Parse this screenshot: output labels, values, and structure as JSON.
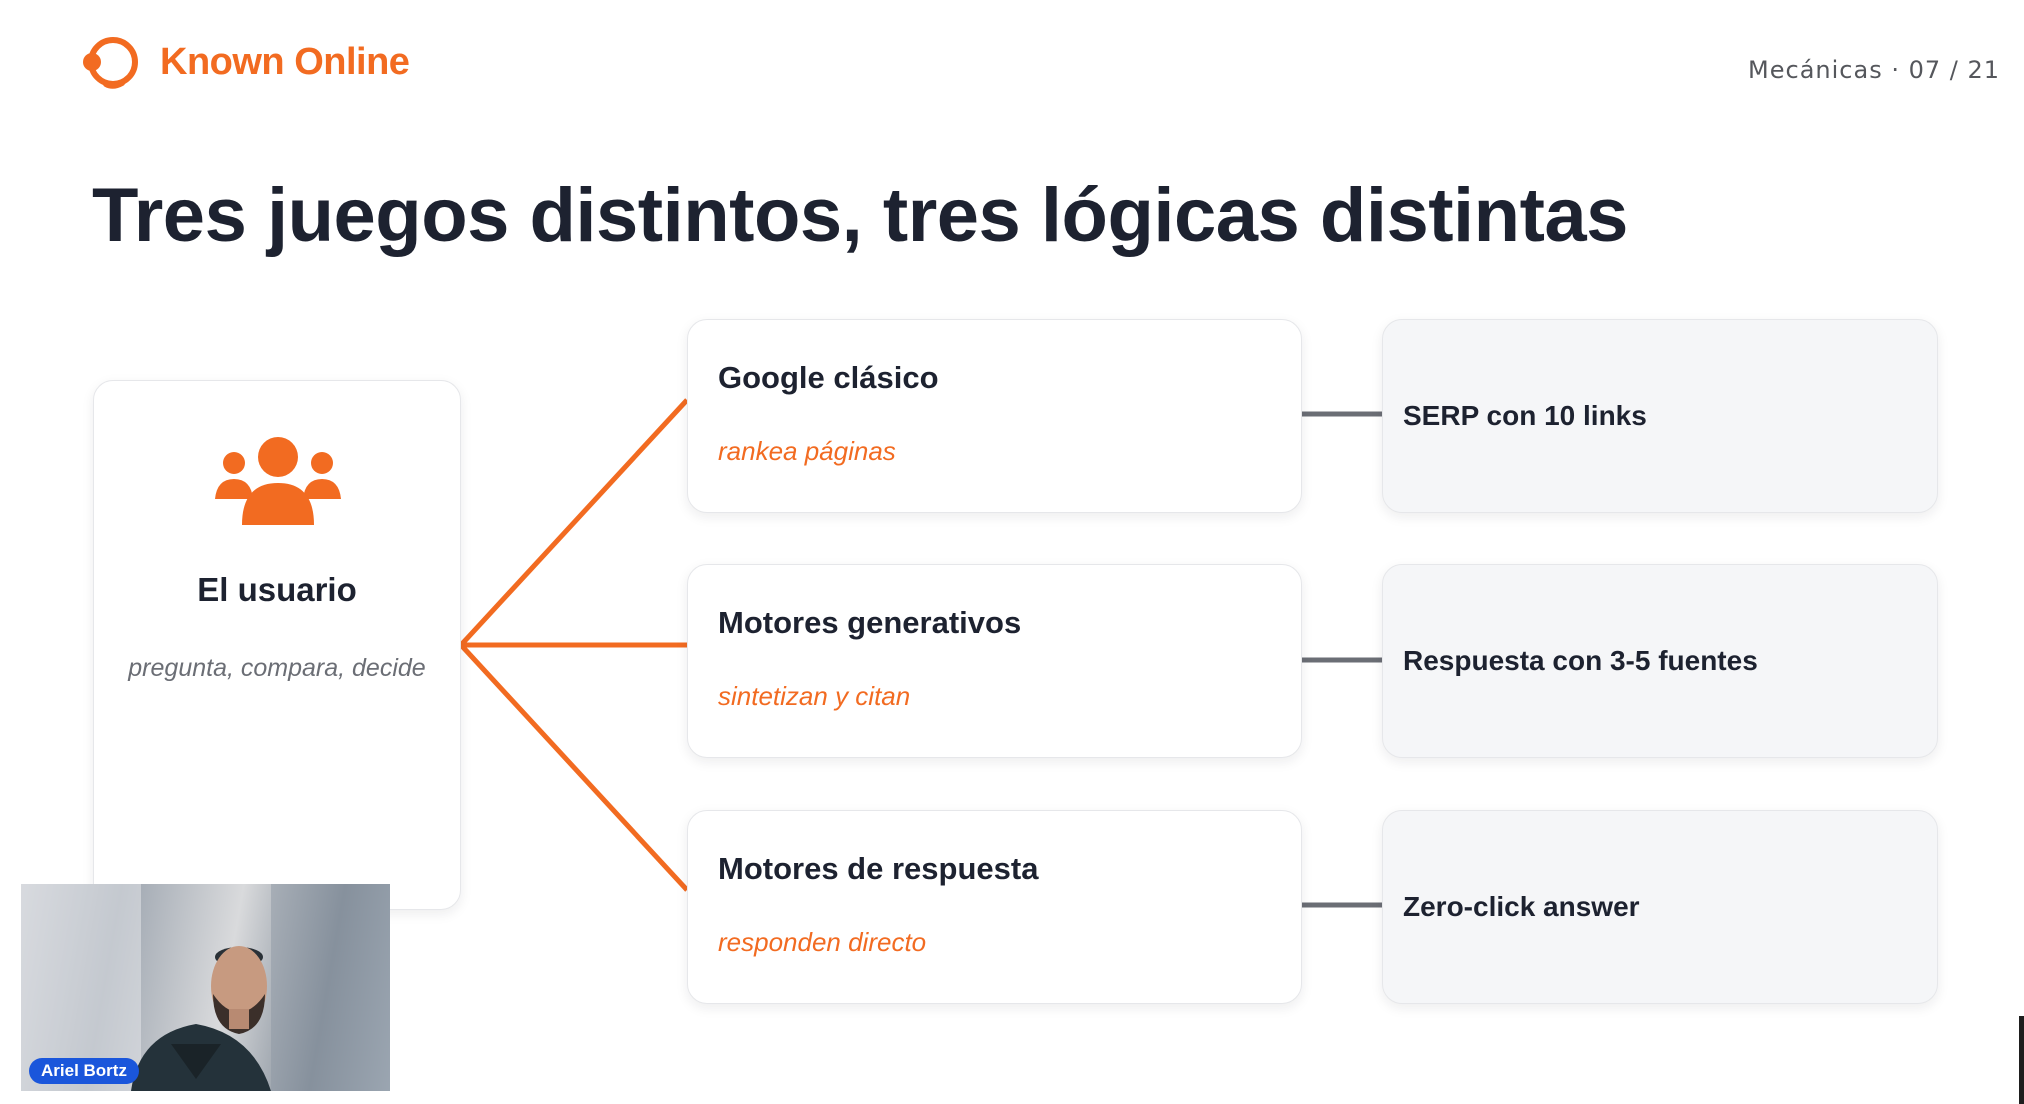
{
  "header": {
    "brand_name": "Known Online",
    "slide_counter": "Mecánicas · 07 / 21"
  },
  "slide": {
    "title": "Tres juegos distintos, tres lógicas distintas",
    "user_card": {
      "icon": "users-group-icon",
      "title": "El usuario",
      "subtitle": "pregunta, compara, decide"
    },
    "engines": [
      {
        "title": "Google clásico",
        "subtitle": "rankea páginas",
        "result": "SERP con 10 links"
      },
      {
        "title": "Motores generativos",
        "subtitle": "sintetizan y citan",
        "result": "Respuesta con 3-5 fuentes"
      },
      {
        "title": "Motores de respuesta",
        "subtitle": "responden directo",
        "result": "Zero-click answer"
      }
    ]
  },
  "video_call": {
    "participant_name": "Ariel Bortz"
  },
  "colors": {
    "accent": "#f26b21",
    "text_dark": "#1d2230",
    "muted": "#6b6e75",
    "connector_gray": "#6b6e75",
    "name_tag": "#1a56db"
  }
}
